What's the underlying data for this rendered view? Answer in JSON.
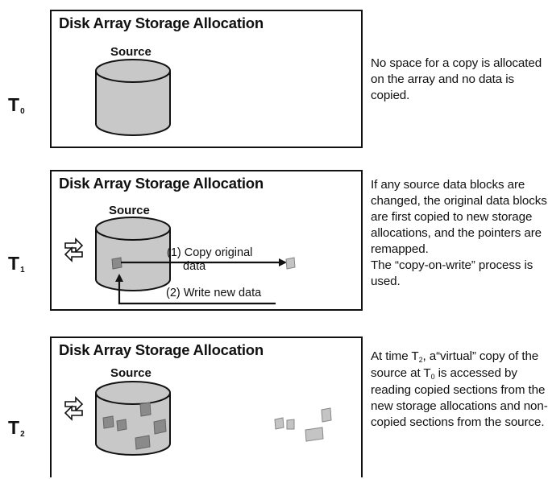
{
  "panels": [
    {
      "title": "Disk Array Storage Allocation",
      "source_label": "Source",
      "time_main": "T",
      "time_sub": "0",
      "description": "No space for a copy is allocated on the array and no data is copied."
    },
    {
      "title": "Disk Array Storage Allocation",
      "source_label": "Source",
      "time_main": "T",
      "time_sub": "1",
      "annotation_copy_1": "(1) Copy original",
      "annotation_copy_2": "data",
      "annotation_write": "(2) Write new data",
      "description_1": "If any source data blocks are changed, the original data blocks are first copied to new storage allocations, and the pointers are remapped.",
      "description_2": "The “copy-on-write” process is used."
    },
    {
      "title": "Disk Array Storage Allocation",
      "source_label": "Source",
      "time_main": "T",
      "time_sub": "2",
      "desc_a": "At time T",
      "desc_a_sub": "2",
      "desc_b": ", a“virtual” copy of the source at T",
      "desc_b_sub": "0",
      "desc_c": " is accessed by reading copied sections from the new storage allocations and non-copied sections from the source."
    }
  ],
  "colors": {
    "disk_fill": "#c8c8c8",
    "block_fill": "#8a8a8a",
    "copy_fill": "#c4c4c4",
    "stroke": "#111111"
  }
}
